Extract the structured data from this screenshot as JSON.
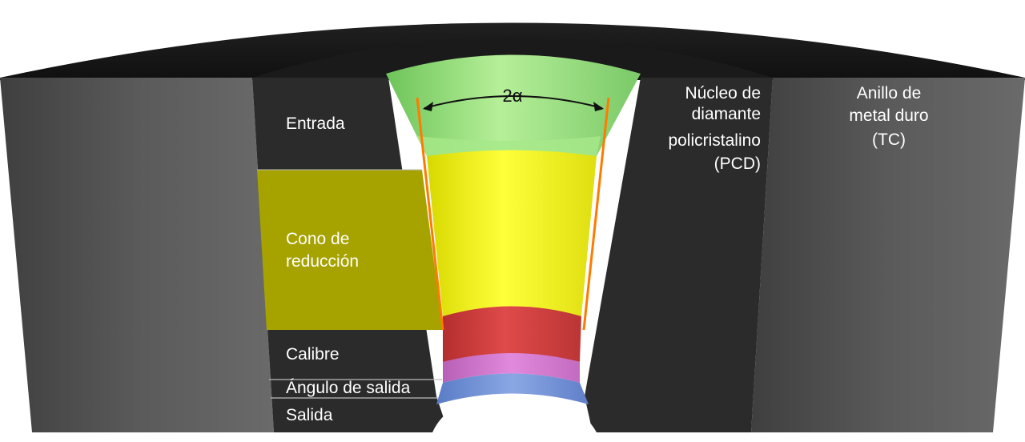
{
  "zones": {
    "entrada": "Entrada",
    "cono_line1": "Cono de",
    "cono_line2": "reducción",
    "calibre": "Calibre",
    "angulo": "Ángulo de salida",
    "salida": "Salida"
  },
  "materials": {
    "pcd_line1": "Núcleo de",
    "pcd_line2": "diamante",
    "pcd_line3": "policristalino",
    "pcd_line4": "(PCD)",
    "tc_line1": "Anillo de",
    "tc_line2": "metal duro",
    "tc_line3": "(TC)"
  },
  "angle_label": "2α",
  "colors": {
    "ring_outer": "#555555",
    "core_dark": "#2b2b2b",
    "entrance_green": "#9fdc7e",
    "reduction_yellow": "#f2f21a",
    "reduction_band": "#a6a300",
    "bearing_red": "#cc3b3b",
    "back_relief_pink": "#d377cf",
    "exit_blue": "#6e8fd6",
    "angle_lines": "#ff7a00"
  }
}
